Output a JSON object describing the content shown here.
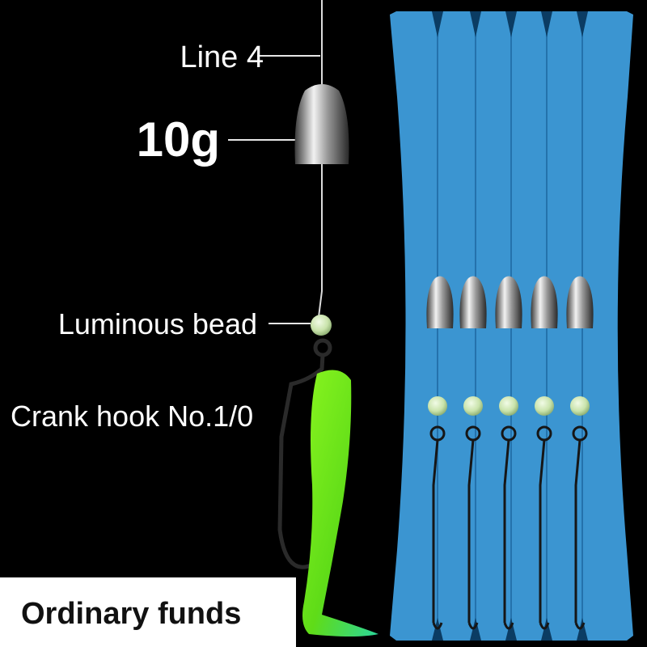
{
  "labels": {
    "line": "Line 4",
    "weight": "10g",
    "bead": "Luminous bead",
    "hook": "Crank hook No.1/0"
  },
  "badge": {
    "text": "Ordinary funds"
  },
  "colors": {
    "background": "#000000",
    "card_blue": "#3b95d1",
    "lure_green": "#6fe418",
    "lure_tail": "#2bd688",
    "bead_glow": "#cfe7b4",
    "weight_metal": "#8c8c8c",
    "label_text": "#ffffff"
  },
  "product": {
    "rig_count": 5,
    "icons": [
      "bullet-weight-icon",
      "luminous-bead-icon",
      "crank-hook-icon",
      "soft-lure-icon"
    ]
  }
}
